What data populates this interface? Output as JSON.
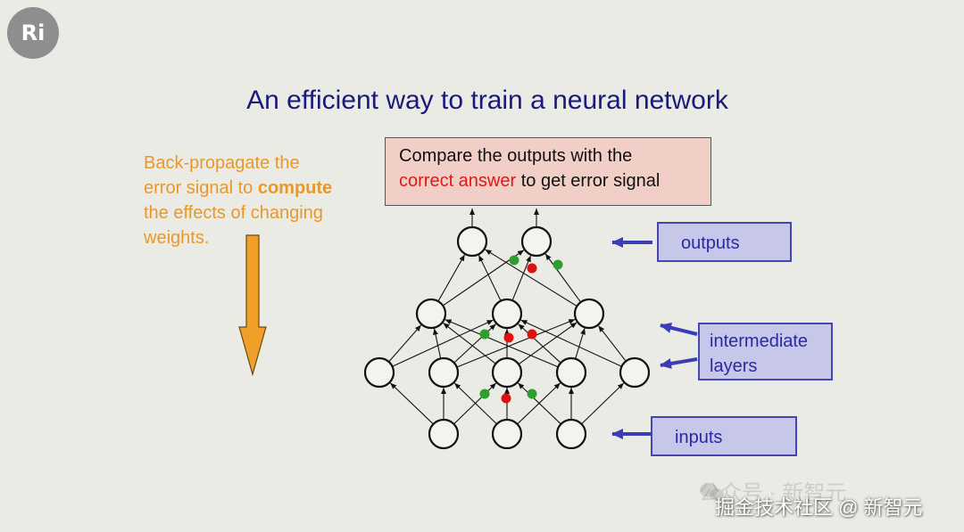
{
  "logo": {
    "text": "Ri"
  },
  "title": "An efficient way to train a neural network",
  "left_text": {
    "line1": "Back-propagate  the",
    "line2_pre": "error signal to ",
    "line2_bold": "compute",
    "line3": "the effects of changing",
    "line4": "weights."
  },
  "compare_box": {
    "line1": "Compare the outputs with the",
    "line2_red": "correct answer",
    "line2_rest": " to get error signal"
  },
  "labels": {
    "outputs": "outputs",
    "intermediate_line1": "intermediate",
    "intermediate_line2": "layers",
    "inputs": "inputs"
  },
  "watermark": {
    "line1": "公众号 · 新智元",
    "line2": "掘金技术社区 @ 新智元"
  },
  "colors": {
    "title": "#1a1a7e",
    "orange_text": "#e8982a",
    "red_text": "#e01818",
    "label_text": "#2a2aa0",
    "label_box_fill": "#c7c7ea",
    "compare_box_fill": "#f2cfc6",
    "dot_green": "#2e9e2e",
    "dot_red": "#dd1111"
  }
}
